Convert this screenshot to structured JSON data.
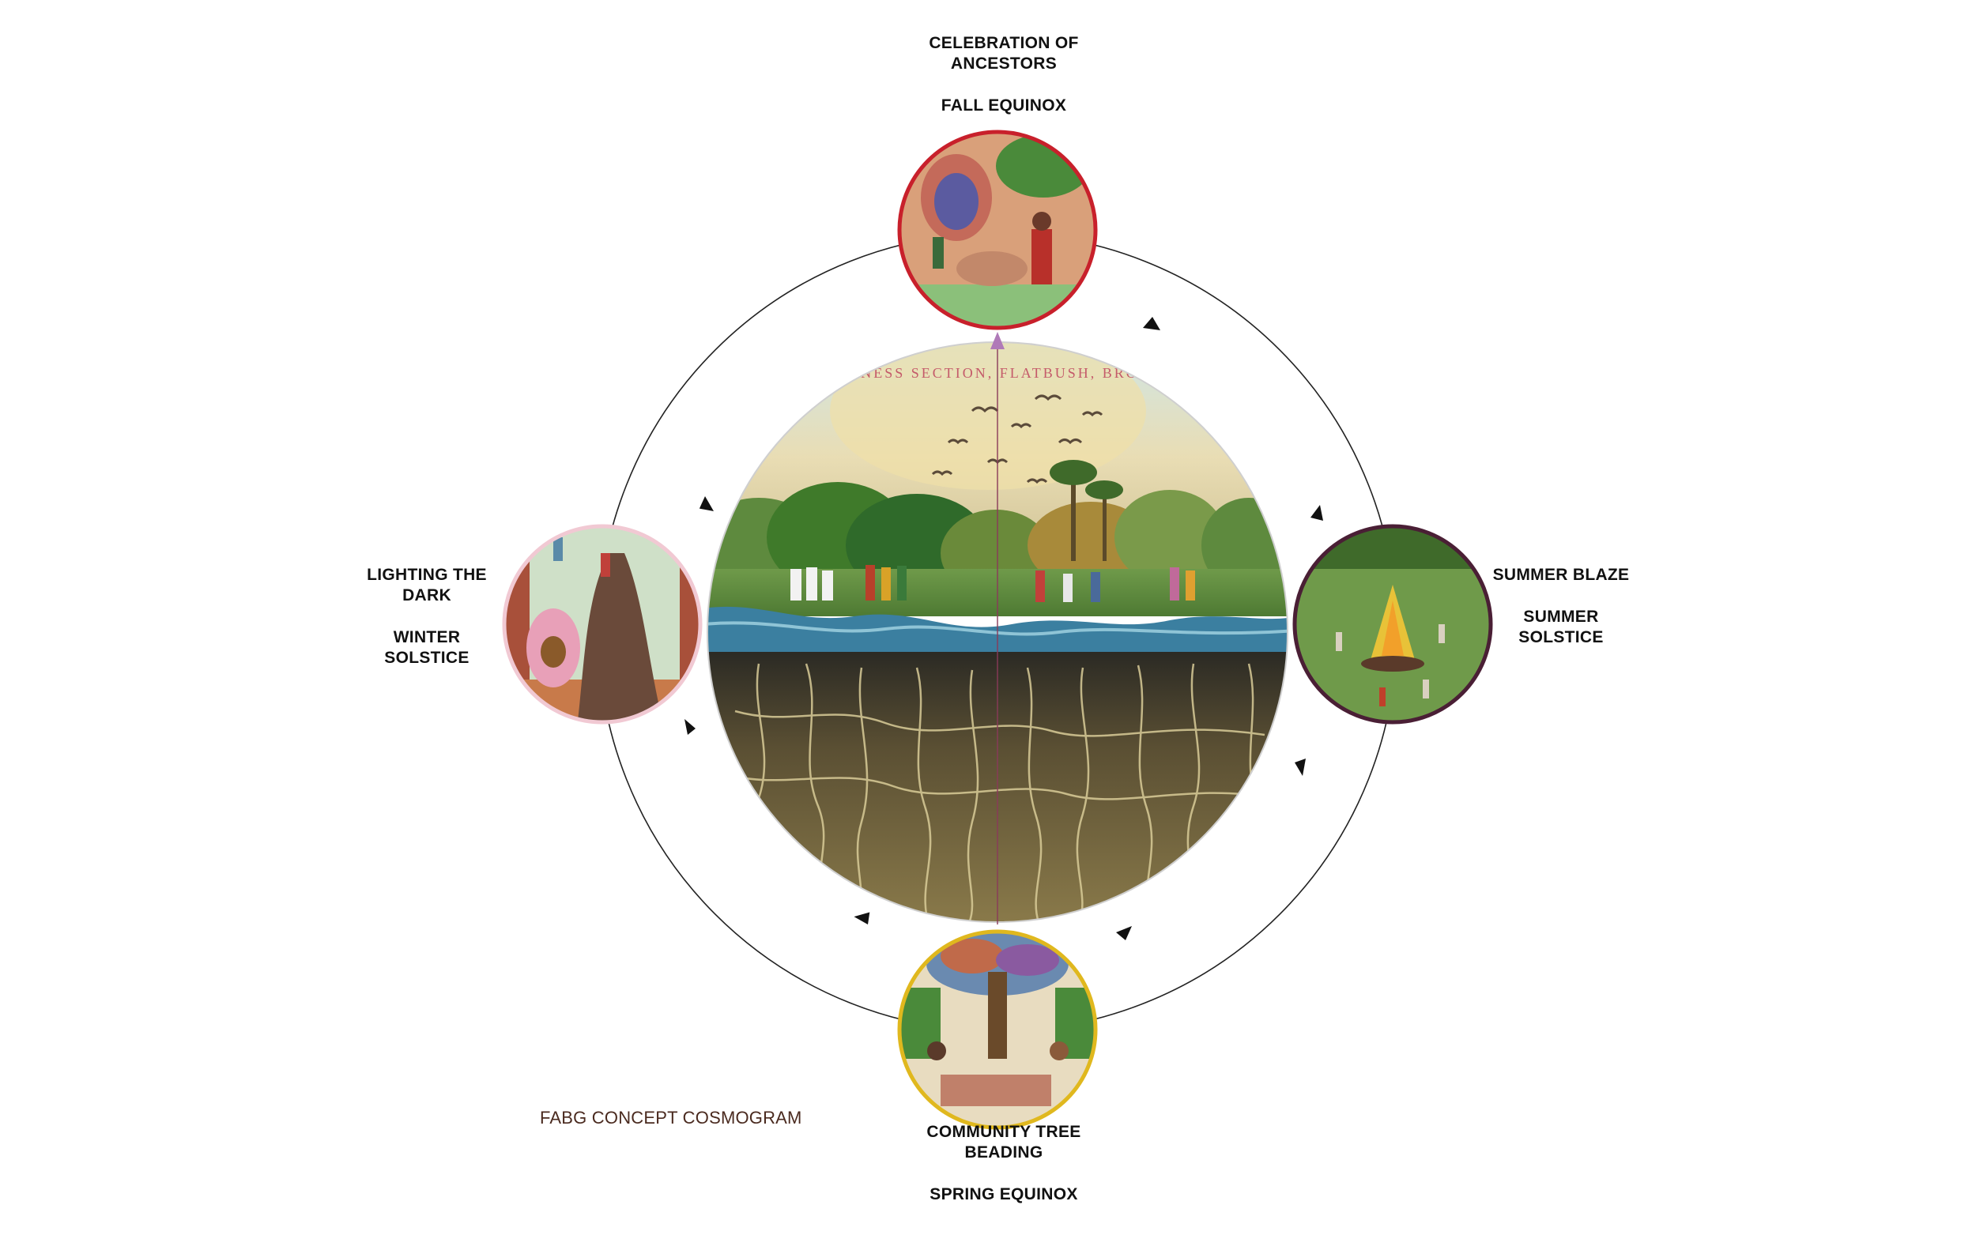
{
  "diagram": {
    "caption": "FABG CONCEPT COSMOGRAM",
    "center_banner": "SINESS SECTION, FLATBUSH, BROO",
    "seasons": {
      "top": {
        "event": [
          "CELEBRATION OF",
          "ANCESTORS"
        ],
        "season": "FALL EQUINOX",
        "ring_color": "#c8202b"
      },
      "right": {
        "event": [
          "SUMMER BLAZE"
        ],
        "season_lines": [
          "SUMMER",
          "SOLSTICE"
        ],
        "ring_color": "#4a1f35"
      },
      "bottom": {
        "event": [
          "COMMUNITY TREE",
          "BEADING"
        ],
        "season": "SPRING EQUINOX",
        "ring_color": "#e0b81e"
      },
      "left": {
        "event": [
          "LIGHTING THE",
          "DARK"
        ],
        "season_lines": [
          "WINTER",
          "SOLSTICE"
        ],
        "ring_color": "#f1c9d3"
      }
    }
  }
}
